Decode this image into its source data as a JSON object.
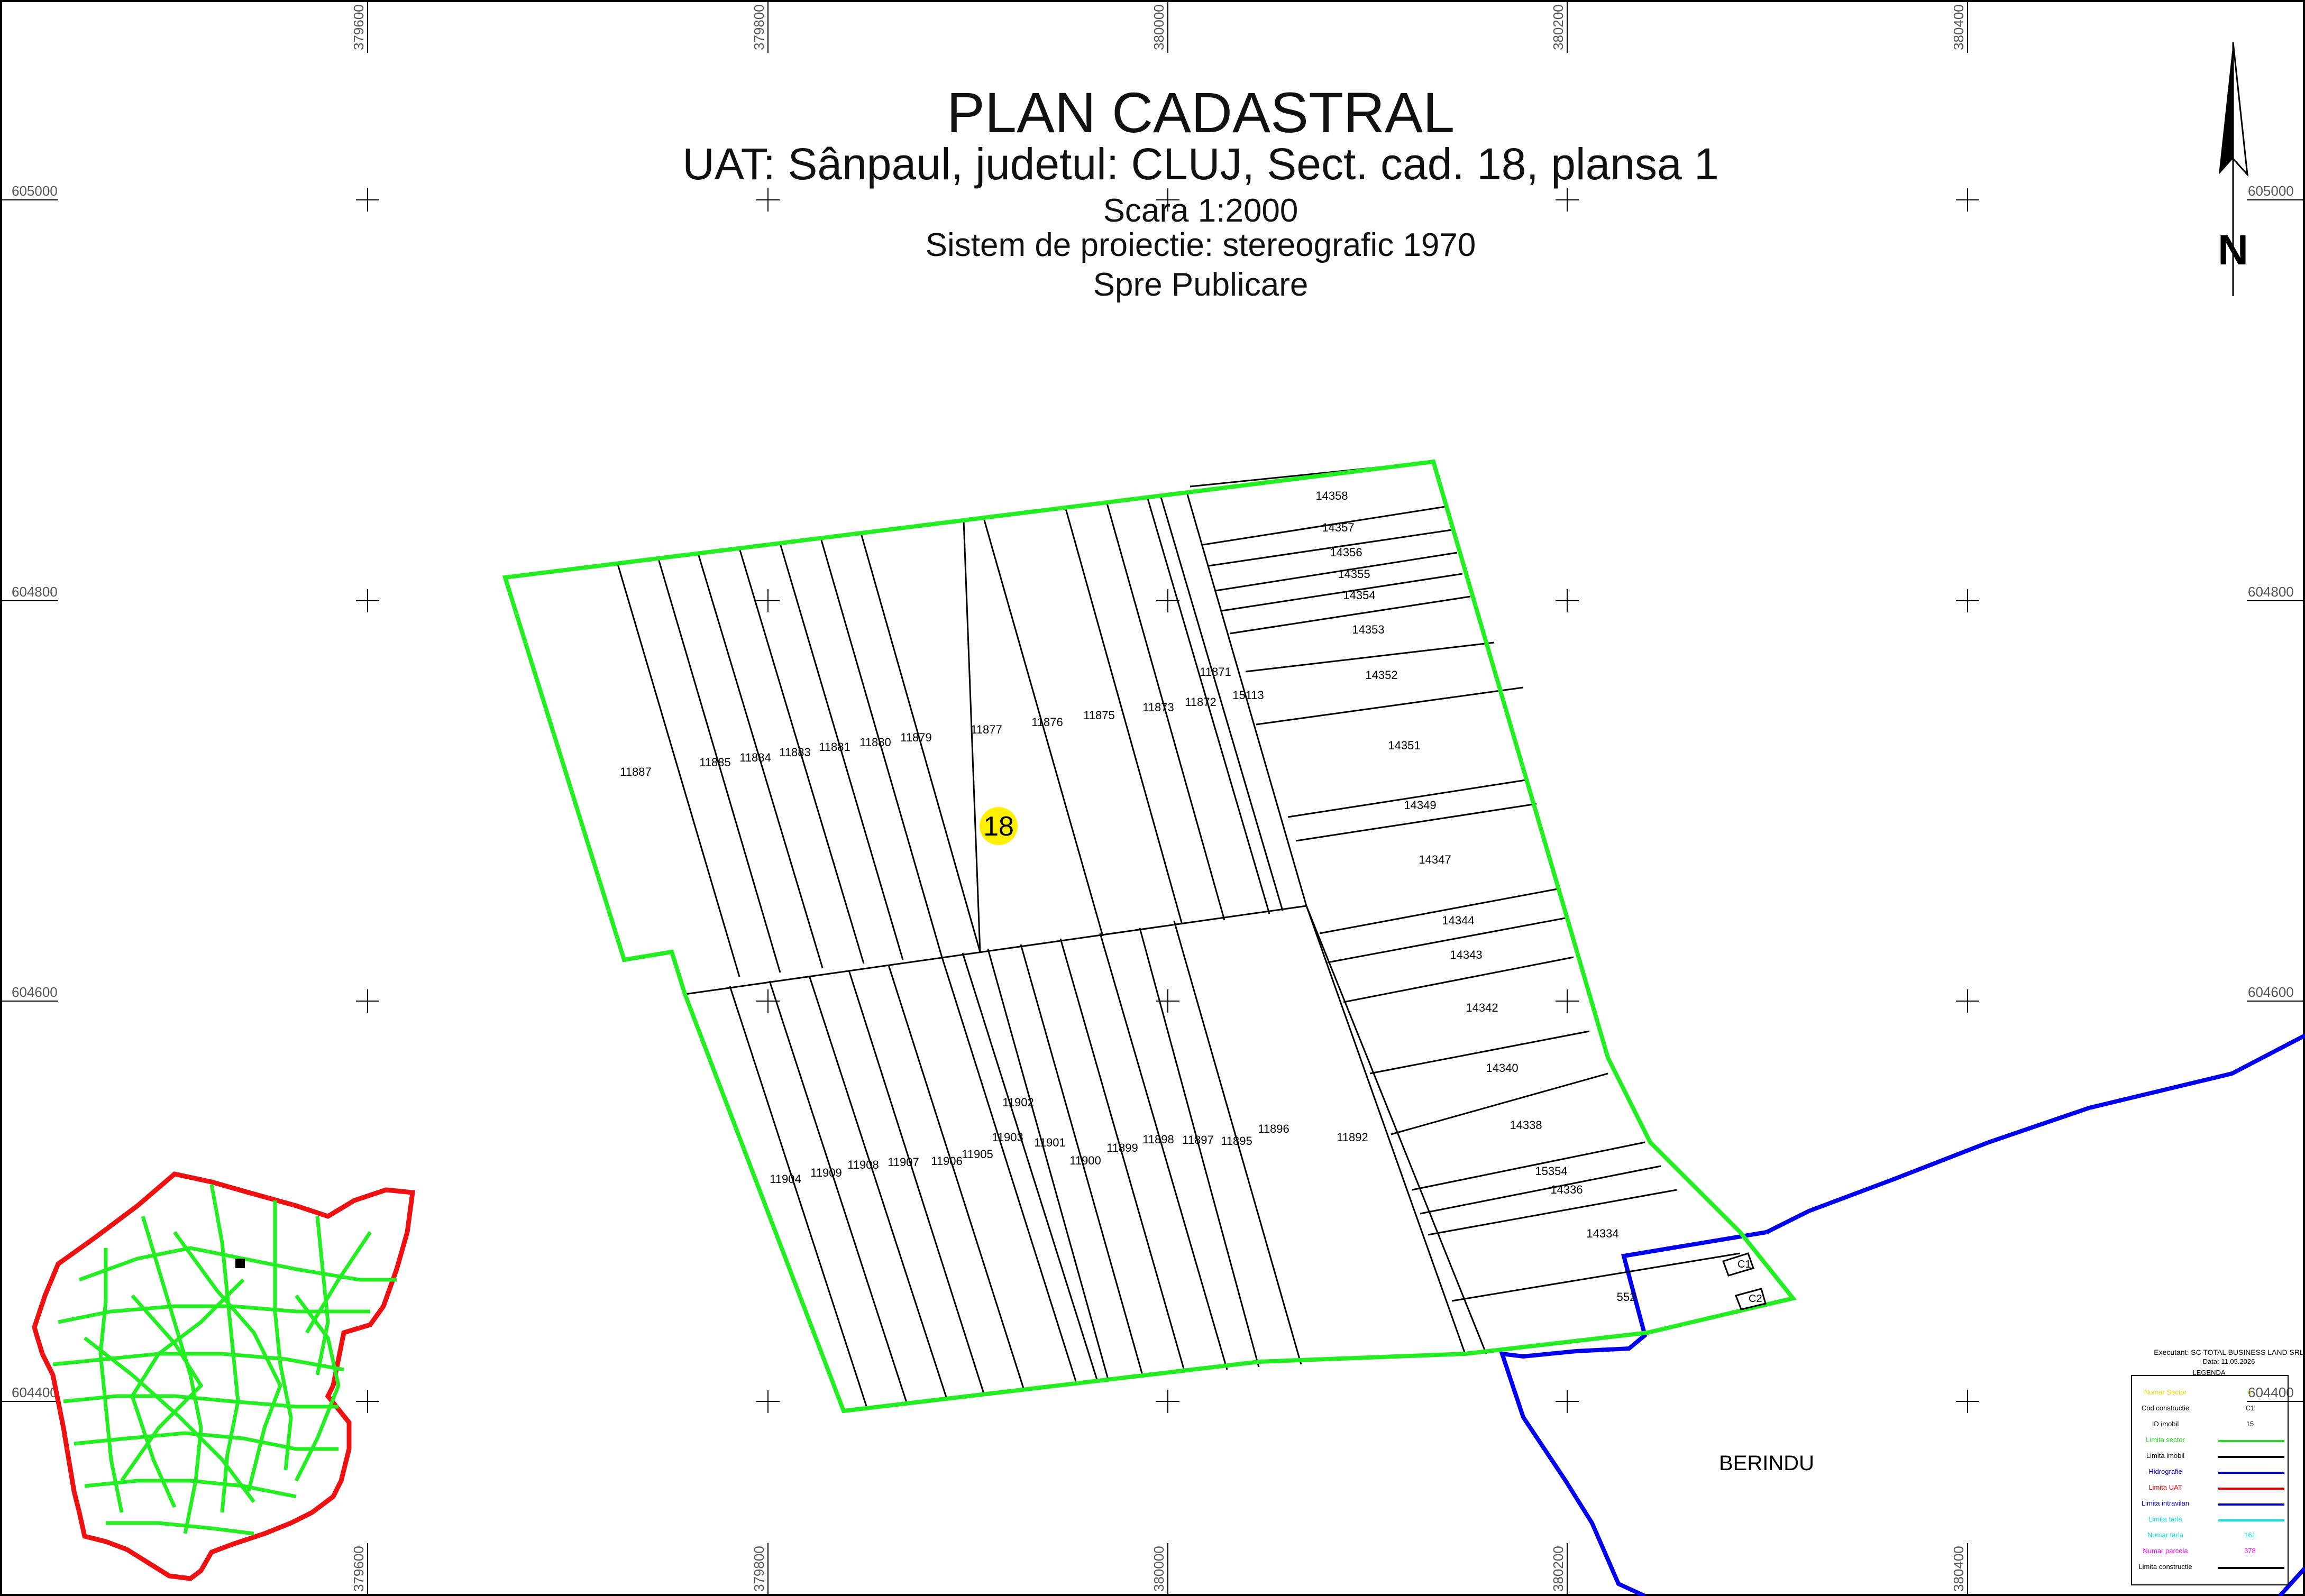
{
  "title": {
    "main": "PLAN CADASTRAL",
    "uat": "UAT: Sânpaul, judetul: CLUJ, Sect. cad. 18, plansa 1",
    "scale": "Scara 1:2000",
    "projection": "Sistem de proiectie: stereografic 1970",
    "status": "Spre Publicare"
  },
  "north": {
    "label": "N"
  },
  "grid": {
    "x_labels": [
      "379600",
      "379800",
      "380000",
      "380200",
      "380400"
    ],
    "y_labels": [
      "605000",
      "604800",
      "604600",
      "604400"
    ]
  },
  "sector": {
    "number": "18",
    "badge_color": "#FFEF00"
  },
  "parcels": {
    "north_block": [
      "11887",
      "11885",
      "11884",
      "11883",
      "11881",
      "11880",
      "11879",
      "11877",
      "11876",
      "11875",
      "11873",
      "11872",
      "11871",
      "15113"
    ],
    "east_block": [
      "14358",
      "14357",
      "14356",
      "14355",
      "14354",
      "14353",
      "14352",
      "14351",
      "14349",
      "14347",
      "14344",
      "14343",
      "14342",
      "14340",
      "14338",
      "15354",
      "14336",
      "14334",
      "552"
    ],
    "south_block": [
      "11904",
      "11909",
      "11908",
      "11907",
      "11906",
      "11905",
      "11903",
      "11902",
      "11901",
      "11900",
      "11899",
      "11898",
      "11897",
      "11895",
      "11896",
      "11892"
    ],
    "buildings": [
      "C1",
      "C2"
    ]
  },
  "locality": "BERINDU",
  "legend": {
    "executant": "Executant: SC TOTAL BUSINESS LAND SRL",
    "date": "Data: 11.05.2026",
    "header": "LEGENDA",
    "rows": [
      {
        "label": "Numar Sector",
        "symbol": "1",
        "color": "#E8D800"
      },
      {
        "label": "Cod constructie",
        "symbol": "C1",
        "color": "#000000"
      },
      {
        "label": "ID imobil",
        "symbol": "15",
        "color": "#000000"
      },
      {
        "label": "Limita sector",
        "line": true,
        "color": "#22DD22"
      },
      {
        "label": "Limita imobil",
        "line": true,
        "color": "#000000"
      },
      {
        "label": "Hidrografie",
        "line": true,
        "color": "#0000CC"
      },
      {
        "label": "Limita UAT",
        "line": true,
        "color": "#EE0000"
      },
      {
        "label": "Limita intravilan",
        "line": true,
        "color": "#0000CC"
      },
      {
        "label": "Limita tarla",
        "line": true,
        "color": "#00DDDD"
      },
      {
        "label": "Numar tarla",
        "symbol": "161",
        "color": "#00DDDD"
      },
      {
        "label": "Numar parcela",
        "symbol": "378",
        "color": "#FF00FF"
      },
      {
        "label": "Limita constructie",
        "line": true,
        "color": "#000000"
      }
    ]
  },
  "colors": {
    "sector_boundary": "#22EE22",
    "parcel_boundary": "#000000",
    "intravilan": "#0000EE",
    "uat_boundary": "#EE1111"
  }
}
